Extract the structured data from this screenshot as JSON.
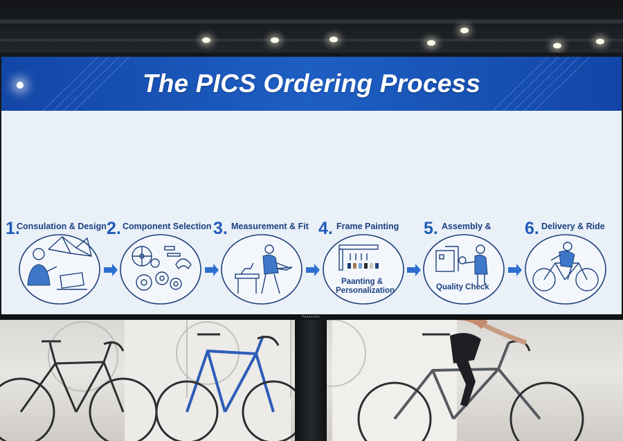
{
  "screen": {
    "title": "The PICS Ordering Process",
    "brand": "Panasonic"
  },
  "steps": [
    {
      "number": "1.",
      "label": "Consulation & Design",
      "caption": ""
    },
    {
      "number": "2.",
      "label": "Component Selection",
      "caption": ""
    },
    {
      "number": "3.",
      "label": "Measurement & Fit",
      "caption": ""
    },
    {
      "number": "4.",
      "label": "Frame Painting",
      "caption_line1": "Paanting &",
      "caption_line2": "Personalization"
    },
    {
      "number": "5.",
      "label": "Assembly &",
      "caption_line1": "Quality Check",
      "caption_line2": ""
    },
    {
      "number": "6.",
      "label": "Delivery & Ride",
      "caption": ""
    }
  ],
  "colors": {
    "banner": "#1e5fc4",
    "screen_bg": "#e9f0f8",
    "number": "#1f5bb8",
    "label": "#1b3f80",
    "icon_stroke": "#1d3f7a",
    "arrow": "#2d6fd0"
  },
  "icons": [
    "designer-icon",
    "components-icon",
    "fitting-icon",
    "painting-icon",
    "assembly-icon",
    "cyclist-icon",
    "arrow-right-icon"
  ]
}
